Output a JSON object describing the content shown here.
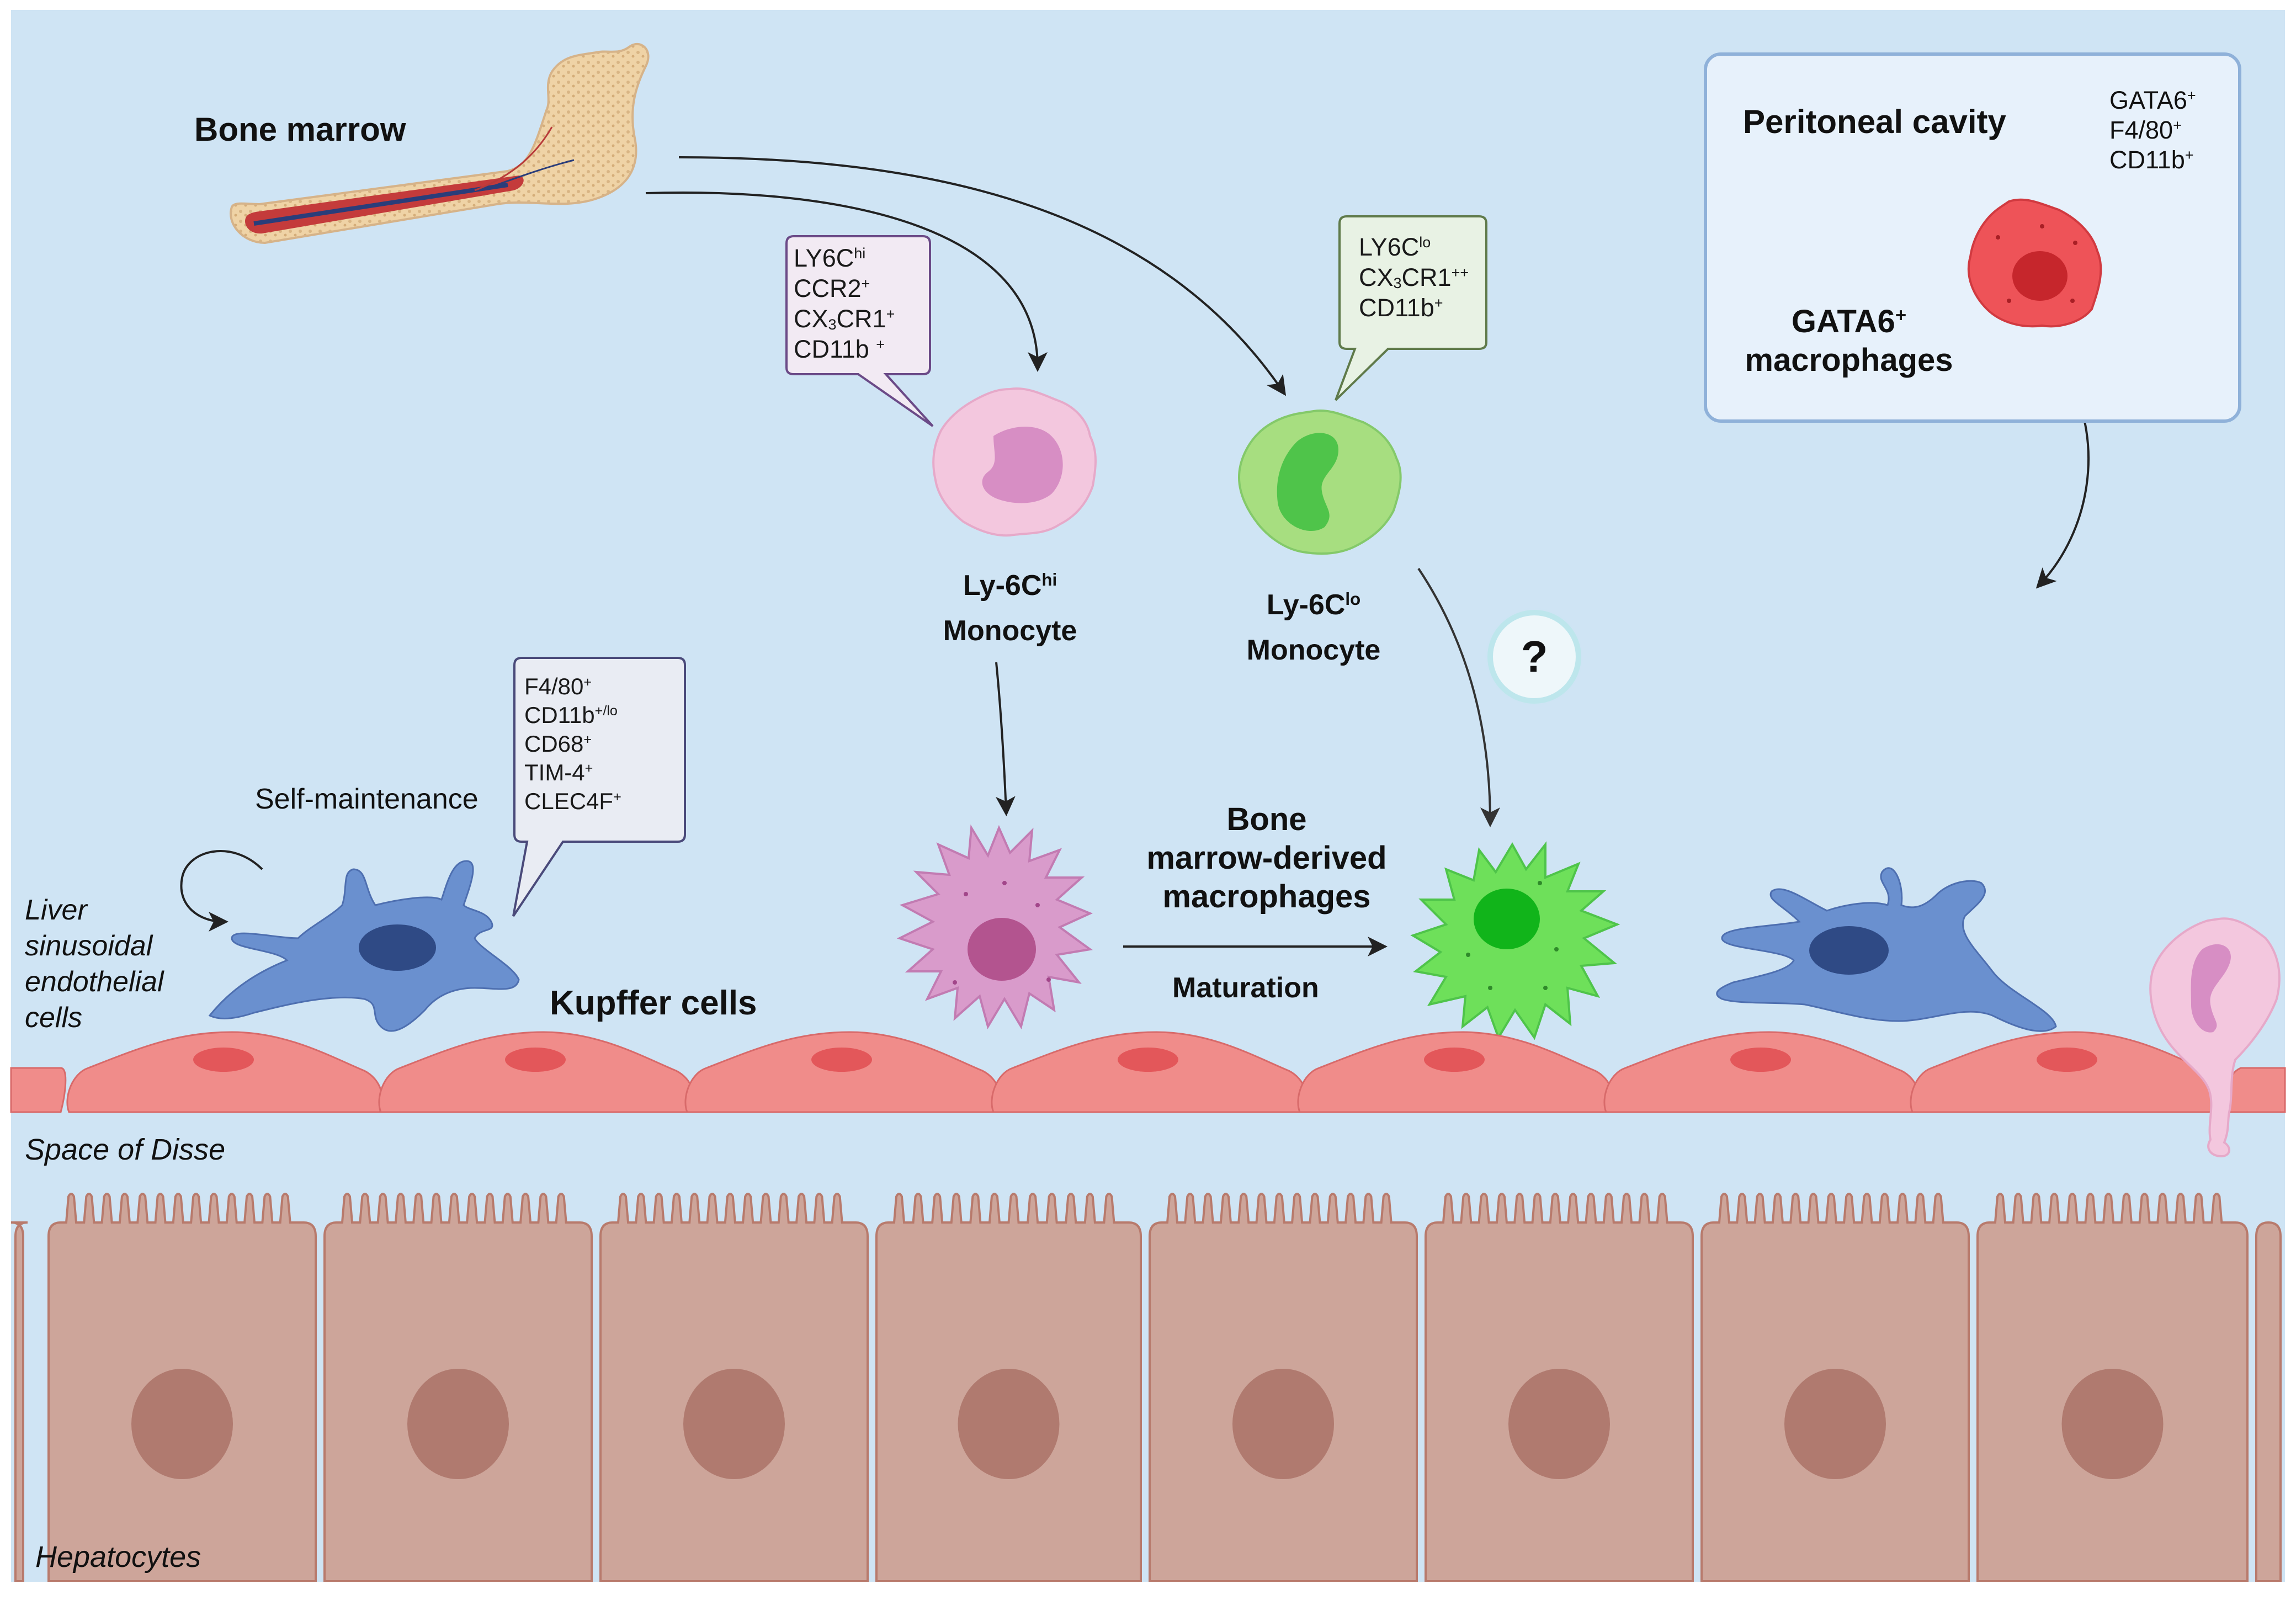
{
  "colors": {
    "background": "#cfe4f4",
    "endothelium": "#f08c8a",
    "endothelium_nucleus": "#e3575a",
    "hepatocyte": "#cda59a",
    "hepatocyte_nucleus": "#b07a6f",
    "kupffer": "#6a90cf",
    "kupffer_nucleus": "#2f4a85",
    "ly6c_hi_monocyte": "#f3c7de",
    "ly6c_lo_monocyte": "#8bd86e",
    "bm_macrophage_purple": "#d99bcb",
    "bm_macrophage_green": "#6ee05a",
    "gata6_macrophage": "#ee5358"
  },
  "labels": {
    "bone_marrow": "Bone marrow",
    "peritoneal_cavity": "Peritoneal cavity",
    "gata6_macrophages_line1": "GATA6",
    "gata6_macrophages_sup": "+",
    "gata6_macrophages_line2": "macrophages",
    "ly6c_hi_monocyte_name": "Ly-6C",
    "ly6c_hi_monocyte_sup": "hi",
    "ly6c_hi_monocyte_type": "Monocyte",
    "ly6c_lo_monocyte_name": "Ly-6C",
    "ly6c_lo_monocyte_sup": "lo",
    "ly6c_lo_monocyte_type": "Monocyte",
    "question": "?",
    "self_maintenance": "Self-maintenance",
    "kupffer_cells": "Kupffer cells",
    "bm_derived_line1": "Bone",
    "bm_derived_line2": "marrow-derived",
    "bm_derived_line3": "macrophages",
    "maturation": "Maturation",
    "lsec_line1": "Liver",
    "lsec_line2": "sinusoidal",
    "lsec_line3": "endothelial",
    "lsec_line4": "cells",
    "space_of_disse": "Space of Disse",
    "hepatocytes": "Hepatocytes"
  },
  "markers": {
    "peritoneal": [
      {
        "name": "GATA6",
        "sup": "+"
      },
      {
        "name": "F4/80",
        "sup": "+"
      },
      {
        "name": "CD11b",
        "sup": "+"
      }
    ],
    "ly6c_hi": [
      {
        "name": "LY6C",
        "sub": "",
        "tail": "",
        "sup": "hi"
      },
      {
        "name": "CCR2",
        "sub": "",
        "tail": "",
        "sup": "+"
      },
      {
        "name": "CX",
        "sub": "3",
        "tail": "CR1",
        "sup": "+"
      },
      {
        "name": "CD11b ",
        "sub": "",
        "tail": "",
        "sup": "+"
      }
    ],
    "ly6c_lo": [
      {
        "name": "LY6C",
        "sub": "",
        "tail": "",
        "sup": "lo"
      },
      {
        "name": "CX",
        "sub": "3",
        "tail": "CR1",
        "sup": "++"
      },
      {
        "name": "CD11b",
        "sub": "",
        "tail": "",
        "sup": "+"
      }
    ],
    "kupffer": [
      {
        "name": "F4/80",
        "sup": "+"
      },
      {
        "name": "CD11b",
        "sup": "+/lo"
      },
      {
        "name": "CD68",
        "sup": "+"
      },
      {
        "name": "TIM-4",
        "sup": "+"
      },
      {
        "name": "CLEC4F",
        "sup": "+"
      }
    ]
  }
}
